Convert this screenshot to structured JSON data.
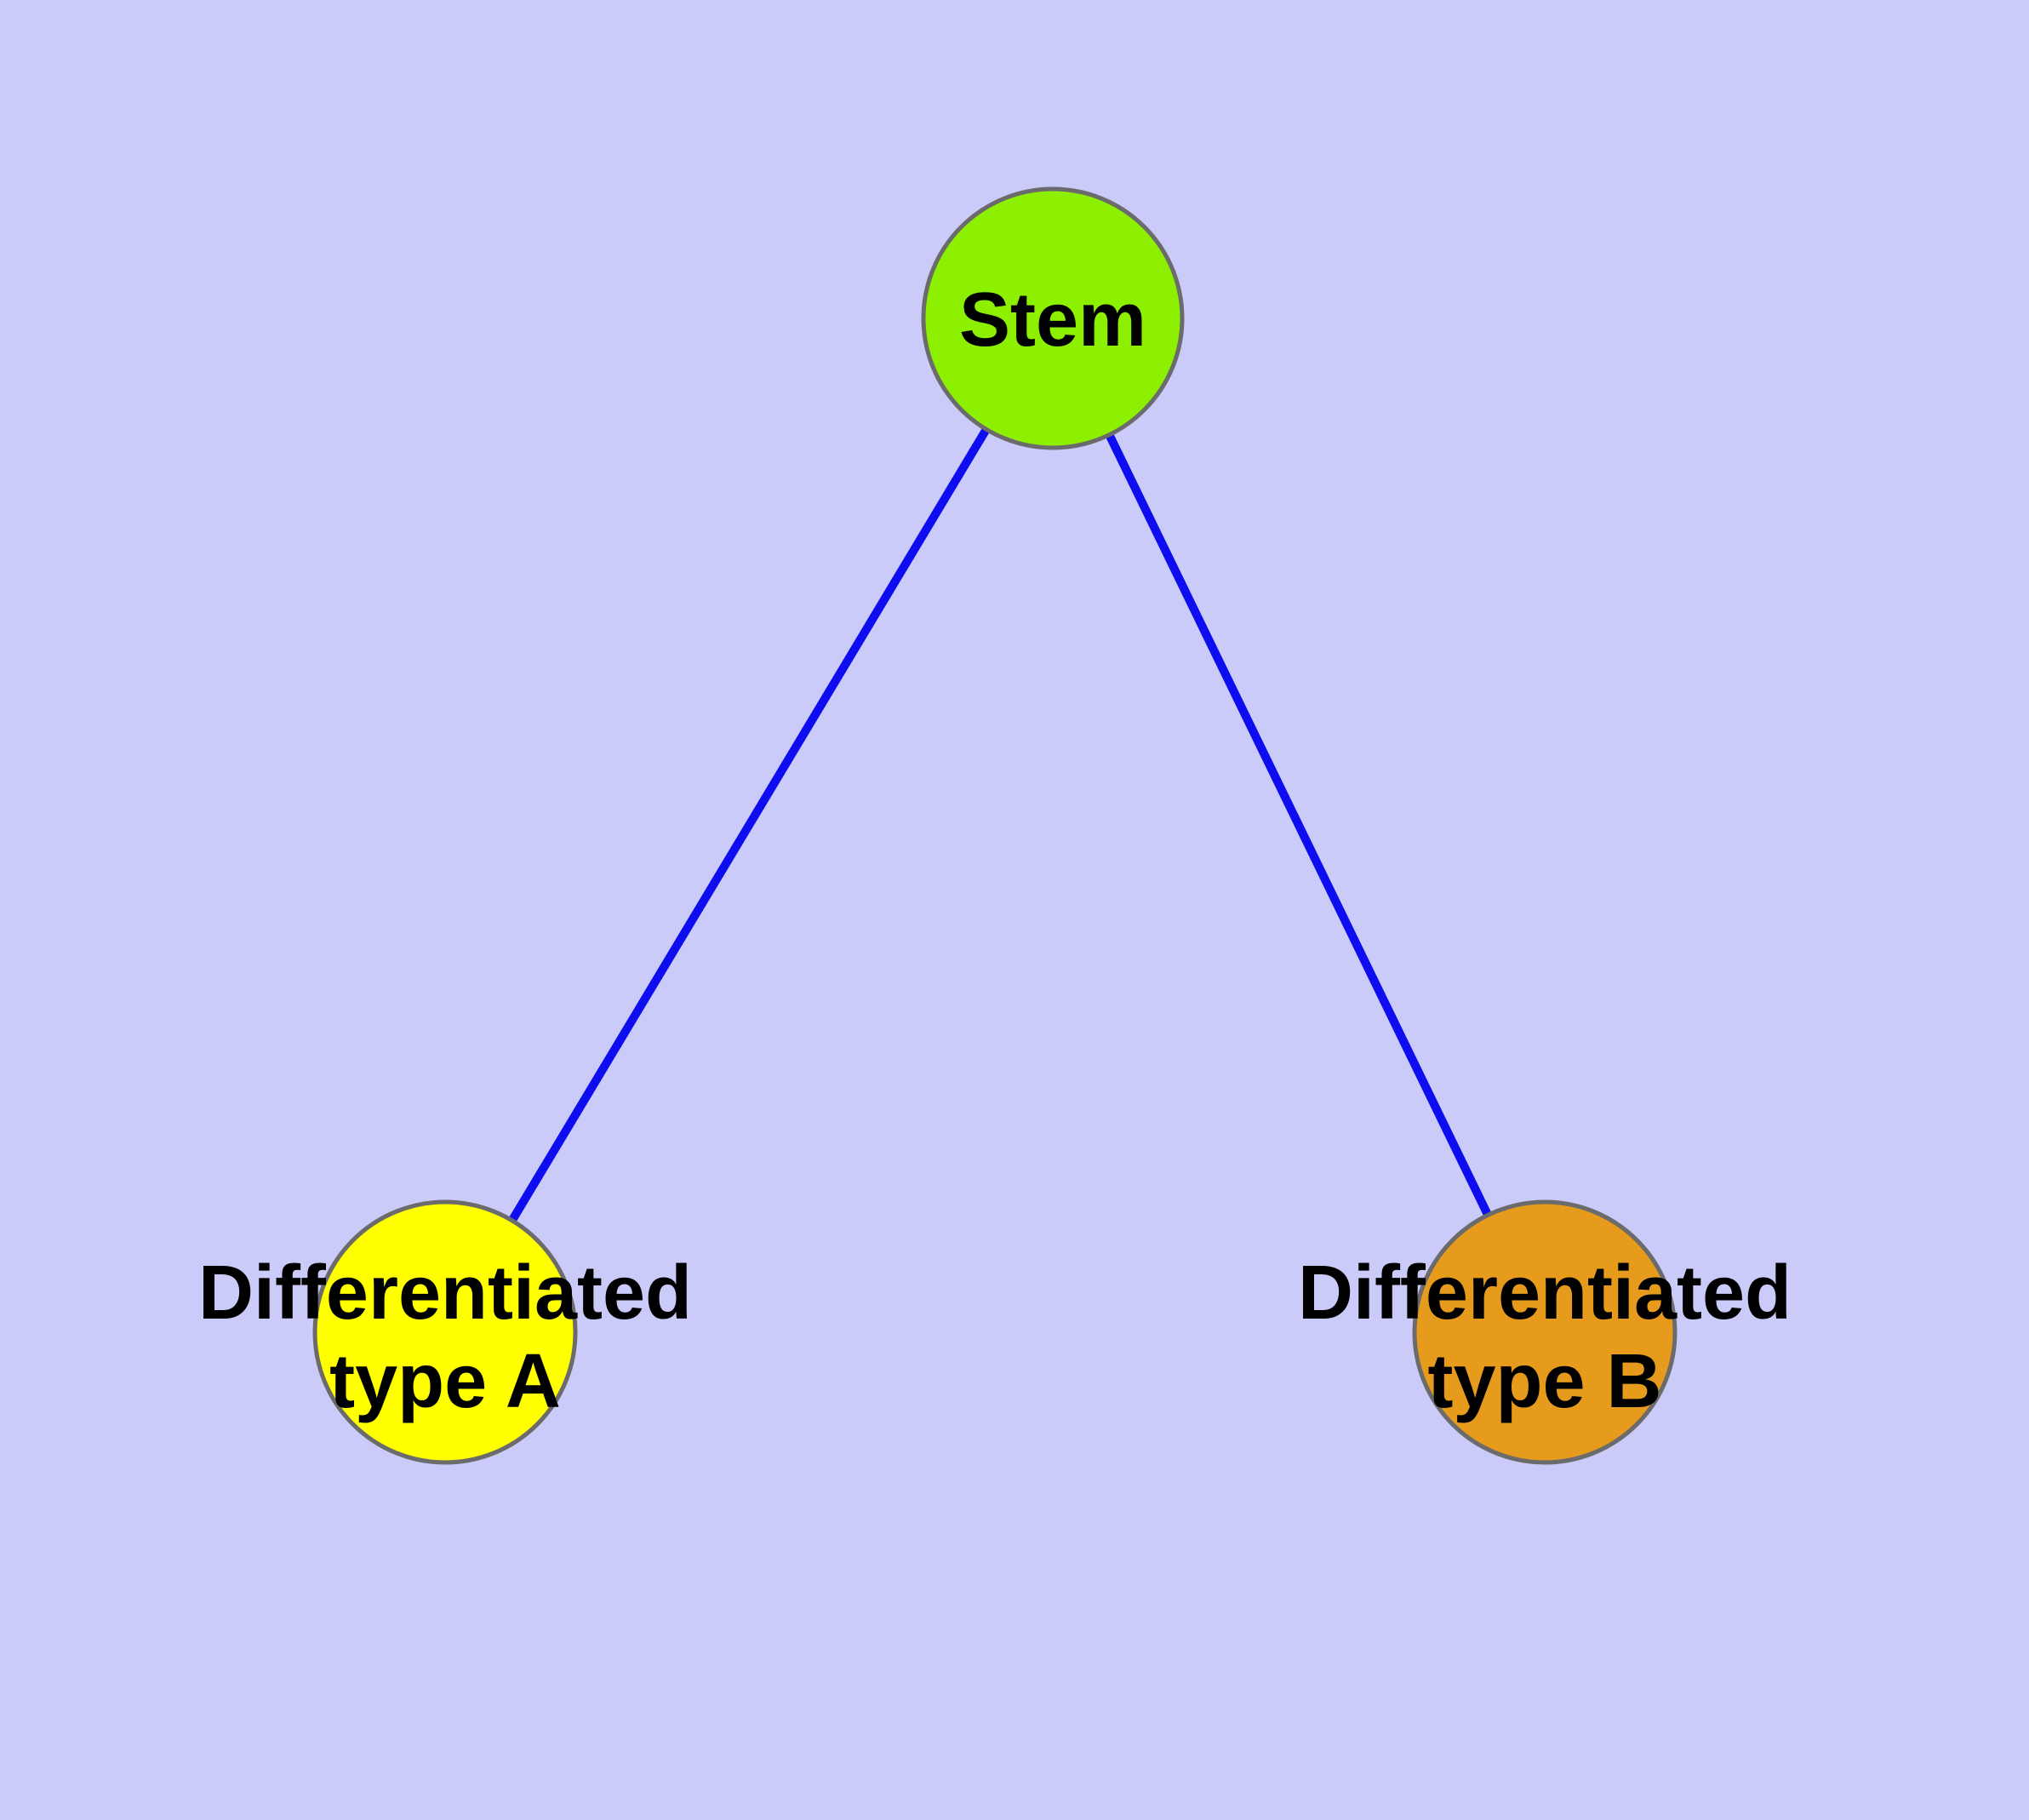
{
  "canvas": {
    "background": "#CACBF8"
  },
  "diagram": {
    "type": "node-link-graph",
    "text_color": "#000000",
    "node_border_color": "#6B6B6B",
    "edge_color": "#0D0DF0",
    "nodes": [
      {
        "id": "stem",
        "label": "Stem",
        "fill": "#8CF000"
      },
      {
        "id": "differentiated-type-a",
        "label_line1": "Differentiated",
        "label_line2": "type A",
        "fill": "#FFFF00"
      },
      {
        "id": "differentiated-type-b",
        "label_line1": "Differentiated",
        "label_line2": "type B",
        "fill": "#E69B1C"
      }
    ],
    "edges": [
      {
        "from": "stem",
        "to": "differentiated-type-a",
        "color": "#0D0DF0"
      },
      {
        "from": "stem",
        "to": "differentiated-type-b",
        "color": "#0D0DF0"
      }
    ]
  }
}
